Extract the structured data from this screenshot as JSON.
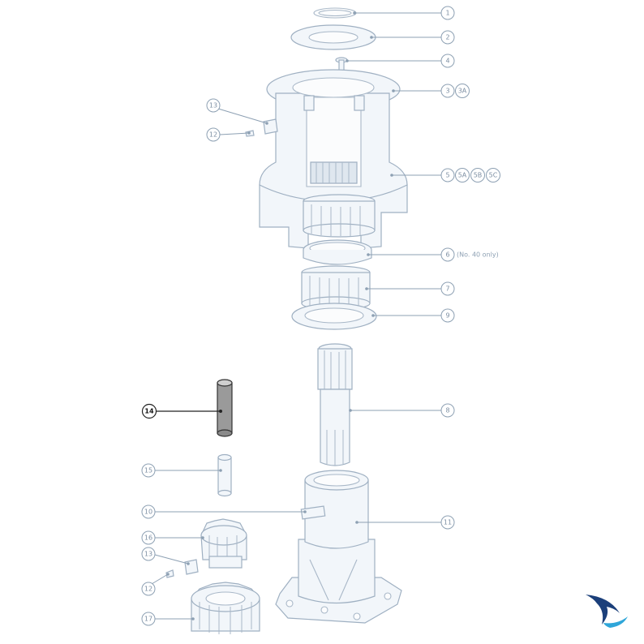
{
  "callouts": {
    "c1": "1",
    "c2": "2",
    "c4": "4",
    "c3": "3",
    "c3a": "3A",
    "c5": "5",
    "c5a": "5A",
    "c5b": "5B",
    "c5c": "5C",
    "c6": "6",
    "c6_note": "(No. 40 only)",
    "c7": "7",
    "c9": "9",
    "c8": "8",
    "c11": "11",
    "c10": "10",
    "c13_top": "13",
    "c12_top": "12",
    "c14": "14",
    "c15": "15",
    "c16": "16",
    "c13_bottom": "13",
    "c12_bottom": "12",
    "c17": "17"
  },
  "highlighted_part": "14",
  "colors": {
    "line": "#8da0b3",
    "part_fill": "#f2f6fa",
    "highlight": "#222222",
    "highlight_part": "#9a9a9a",
    "logo_dark": "#1b3f7a",
    "logo_light": "#2fa6d9"
  },
  "icons": {
    "logo": "brand-swoosh-logo"
  }
}
